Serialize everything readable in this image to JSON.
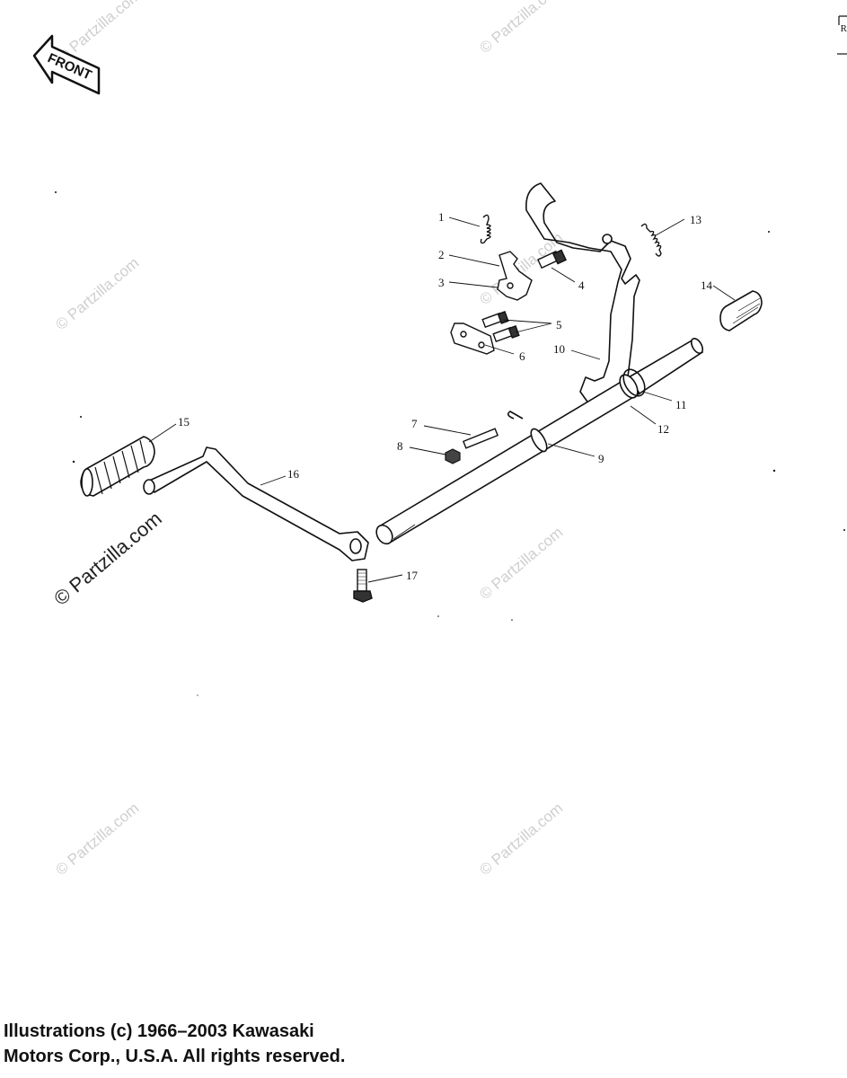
{
  "front_arrow": {
    "label": "FRONT"
  },
  "callouts": {
    "n1": "1",
    "n2": "2",
    "n3": "3",
    "n4": "4",
    "n5": "5",
    "n6": "6",
    "n7": "7",
    "n8": "8",
    "n9": "9",
    "n10": "10",
    "n11": "11",
    "n12": "12",
    "n13": "13",
    "n14": "14",
    "n15": "15",
    "n16": "16",
    "n17": "17"
  },
  "watermark": {
    "text": "© Partzilla.com"
  },
  "edge_letter": "R",
  "copyright": {
    "text": "Illustrations (c) 1966–2003 Kawasaki\nMotors Corp., U.S.A.  All rights reserved."
  },
  "colors": {
    "ink": "#111111",
    "watermark": "#cfcfcf"
  }
}
